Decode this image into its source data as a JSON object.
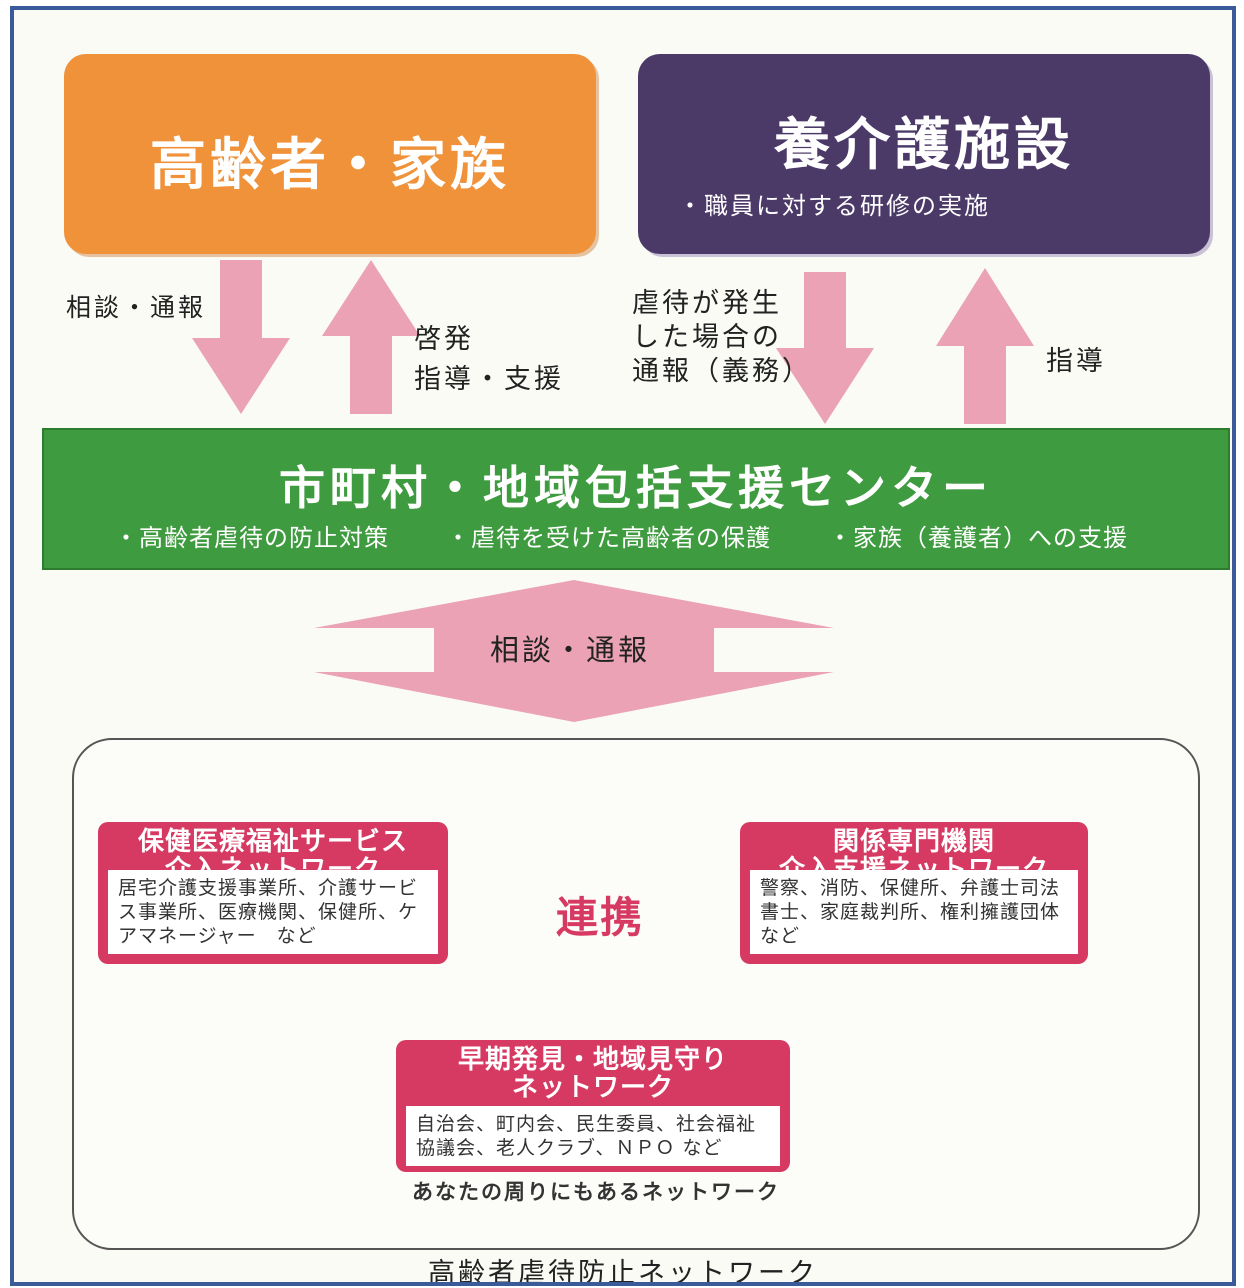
{
  "nodes": {
    "family": {
      "title": "高齢者・家族"
    },
    "facility": {
      "title": "養介護施設",
      "note": "・職員に対する研修の実施"
    },
    "center": {
      "title": "市町村・地域包括支援センター",
      "roles": [
        "・高齢者虐待の防止対策",
        "・虐待を受けた高齢者の保護",
        "・家族（養護者）への支援"
      ]
    },
    "health": {
      "title_lines": [
        "保健医療福祉サービス",
        "介入ネットワーク"
      ],
      "members": "居宅介護支援事業所、介護サービス事業所、医療機関、保健所、ケアマネージャー　など"
    },
    "agencies": {
      "title_lines": [
        "関係専門機関",
        "介入支援ネットワーク"
      ],
      "members": "警察、消防、保健所、弁護士司法書士、家庭裁判所、権利擁護団体　など"
    },
    "community": {
      "title_lines": [
        "早期発見・地域見守り",
        "ネットワーク"
      ],
      "members": "自治会、町内会、民生委員、社会福祉協議会、老人クラブ、ＮＰＯ など"
    }
  },
  "edges": {
    "family_to_center": "相談・通報",
    "center_to_family": [
      "啓発",
      "指導・支援"
    ],
    "facility_to_center": [
      "虐待が発生",
      "した場合の",
      "通報（義務）"
    ],
    "center_to_facility": "指導",
    "network_center": "相談・通報"
  },
  "network": {
    "badge": "連携",
    "tagline": "あなたの周りにもあるネットワーク"
  },
  "caption": "高齢者虐待防止ネットワーク",
  "colors": {
    "family": "#f0923a",
    "facility": "#4b3a68",
    "center": "#3f9b3f",
    "arrow": "#eaa2b4",
    "network_box": "#d63a62",
    "link_arrow": "#1f9a78",
    "sun": "#f6c33a",
    "frame": "#3a5a9a"
  }
}
